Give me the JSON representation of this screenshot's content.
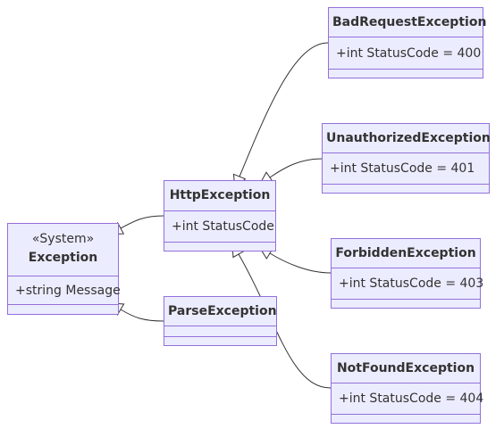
{
  "diagram": {
    "classes": [
      {
        "id": "exception",
        "stereotype": "«System»",
        "name": "Exception",
        "attributes": [
          "+string Message"
        ],
        "methods": []
      },
      {
        "id": "http",
        "name": "HttpException",
        "attributes": [
          "+int StatusCode"
        ],
        "methods": []
      },
      {
        "id": "parse",
        "name": "ParseException",
        "attributes": [],
        "methods": []
      },
      {
        "id": "badrequest",
        "name": "BadRequestException",
        "attributes": [
          "+int StatusCode = 400"
        ],
        "methods": []
      },
      {
        "id": "unauthorized",
        "name": "UnauthorizedException",
        "attributes": [
          "+int StatusCode = 401"
        ],
        "methods": []
      },
      {
        "id": "forbidden",
        "name": "ForbiddenException",
        "attributes": [
          "+int StatusCode = 403"
        ],
        "methods": []
      },
      {
        "id": "notfound",
        "name": "NotFoundException",
        "attributes": [
          "+int StatusCode = 404"
        ],
        "methods": []
      }
    ],
    "relations": [
      {
        "from": "http",
        "to": "exception",
        "type": "inheritance"
      },
      {
        "from": "parse",
        "to": "exception",
        "type": "inheritance"
      },
      {
        "from": "badrequest",
        "to": "http",
        "type": "inheritance"
      },
      {
        "from": "unauthorized",
        "to": "http",
        "type": "inheritance"
      },
      {
        "from": "forbidden",
        "to": "http",
        "type": "inheritance"
      },
      {
        "from": "notfound",
        "to": "http",
        "type": "inheritance"
      }
    ],
    "colors": {
      "fill": "#ECECFF",
      "stroke": "#9370DB",
      "edge": "#333333",
      "text": "#333333"
    }
  }
}
